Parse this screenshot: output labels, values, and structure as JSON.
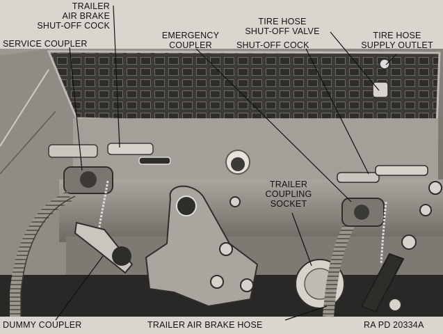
{
  "labels": {
    "trailer_air_brake_cutoff": [
      "TRAILER",
      "AIR BRAKE",
      "SHUT-OFF COCK"
    ],
    "service_coupler": "SERVICE COUPLER",
    "emergency_coupler": [
      "EMERGENCY",
      "COUPLER"
    ],
    "tire_hose_cutoff_valve": [
      "TIRE HOSE",
      "SHUT-OFF VALVE"
    ],
    "shutoff_cock": "SHUT-OFF COCK",
    "tire_hose_supply_outlet": [
      "TIRE HOSE",
      "SUPPLY OUTLET"
    ],
    "trailer_coupling_socket": [
      "TRAILER",
      "COUPLING",
      "SOCKET"
    ],
    "dummy_coupler": "DUMMY COUPLER",
    "trailer_air_brake_hose": "TRAILER AIR BRAKE HOSE",
    "figure_ref": "RA PD 20334A"
  },
  "colors": {
    "background": "#d9d6cf",
    "metal_dark": "#4a4844",
    "metal_mid": "#8c8a84",
    "metal_light": "#c9c6bf",
    "label_text": "#111111"
  }
}
